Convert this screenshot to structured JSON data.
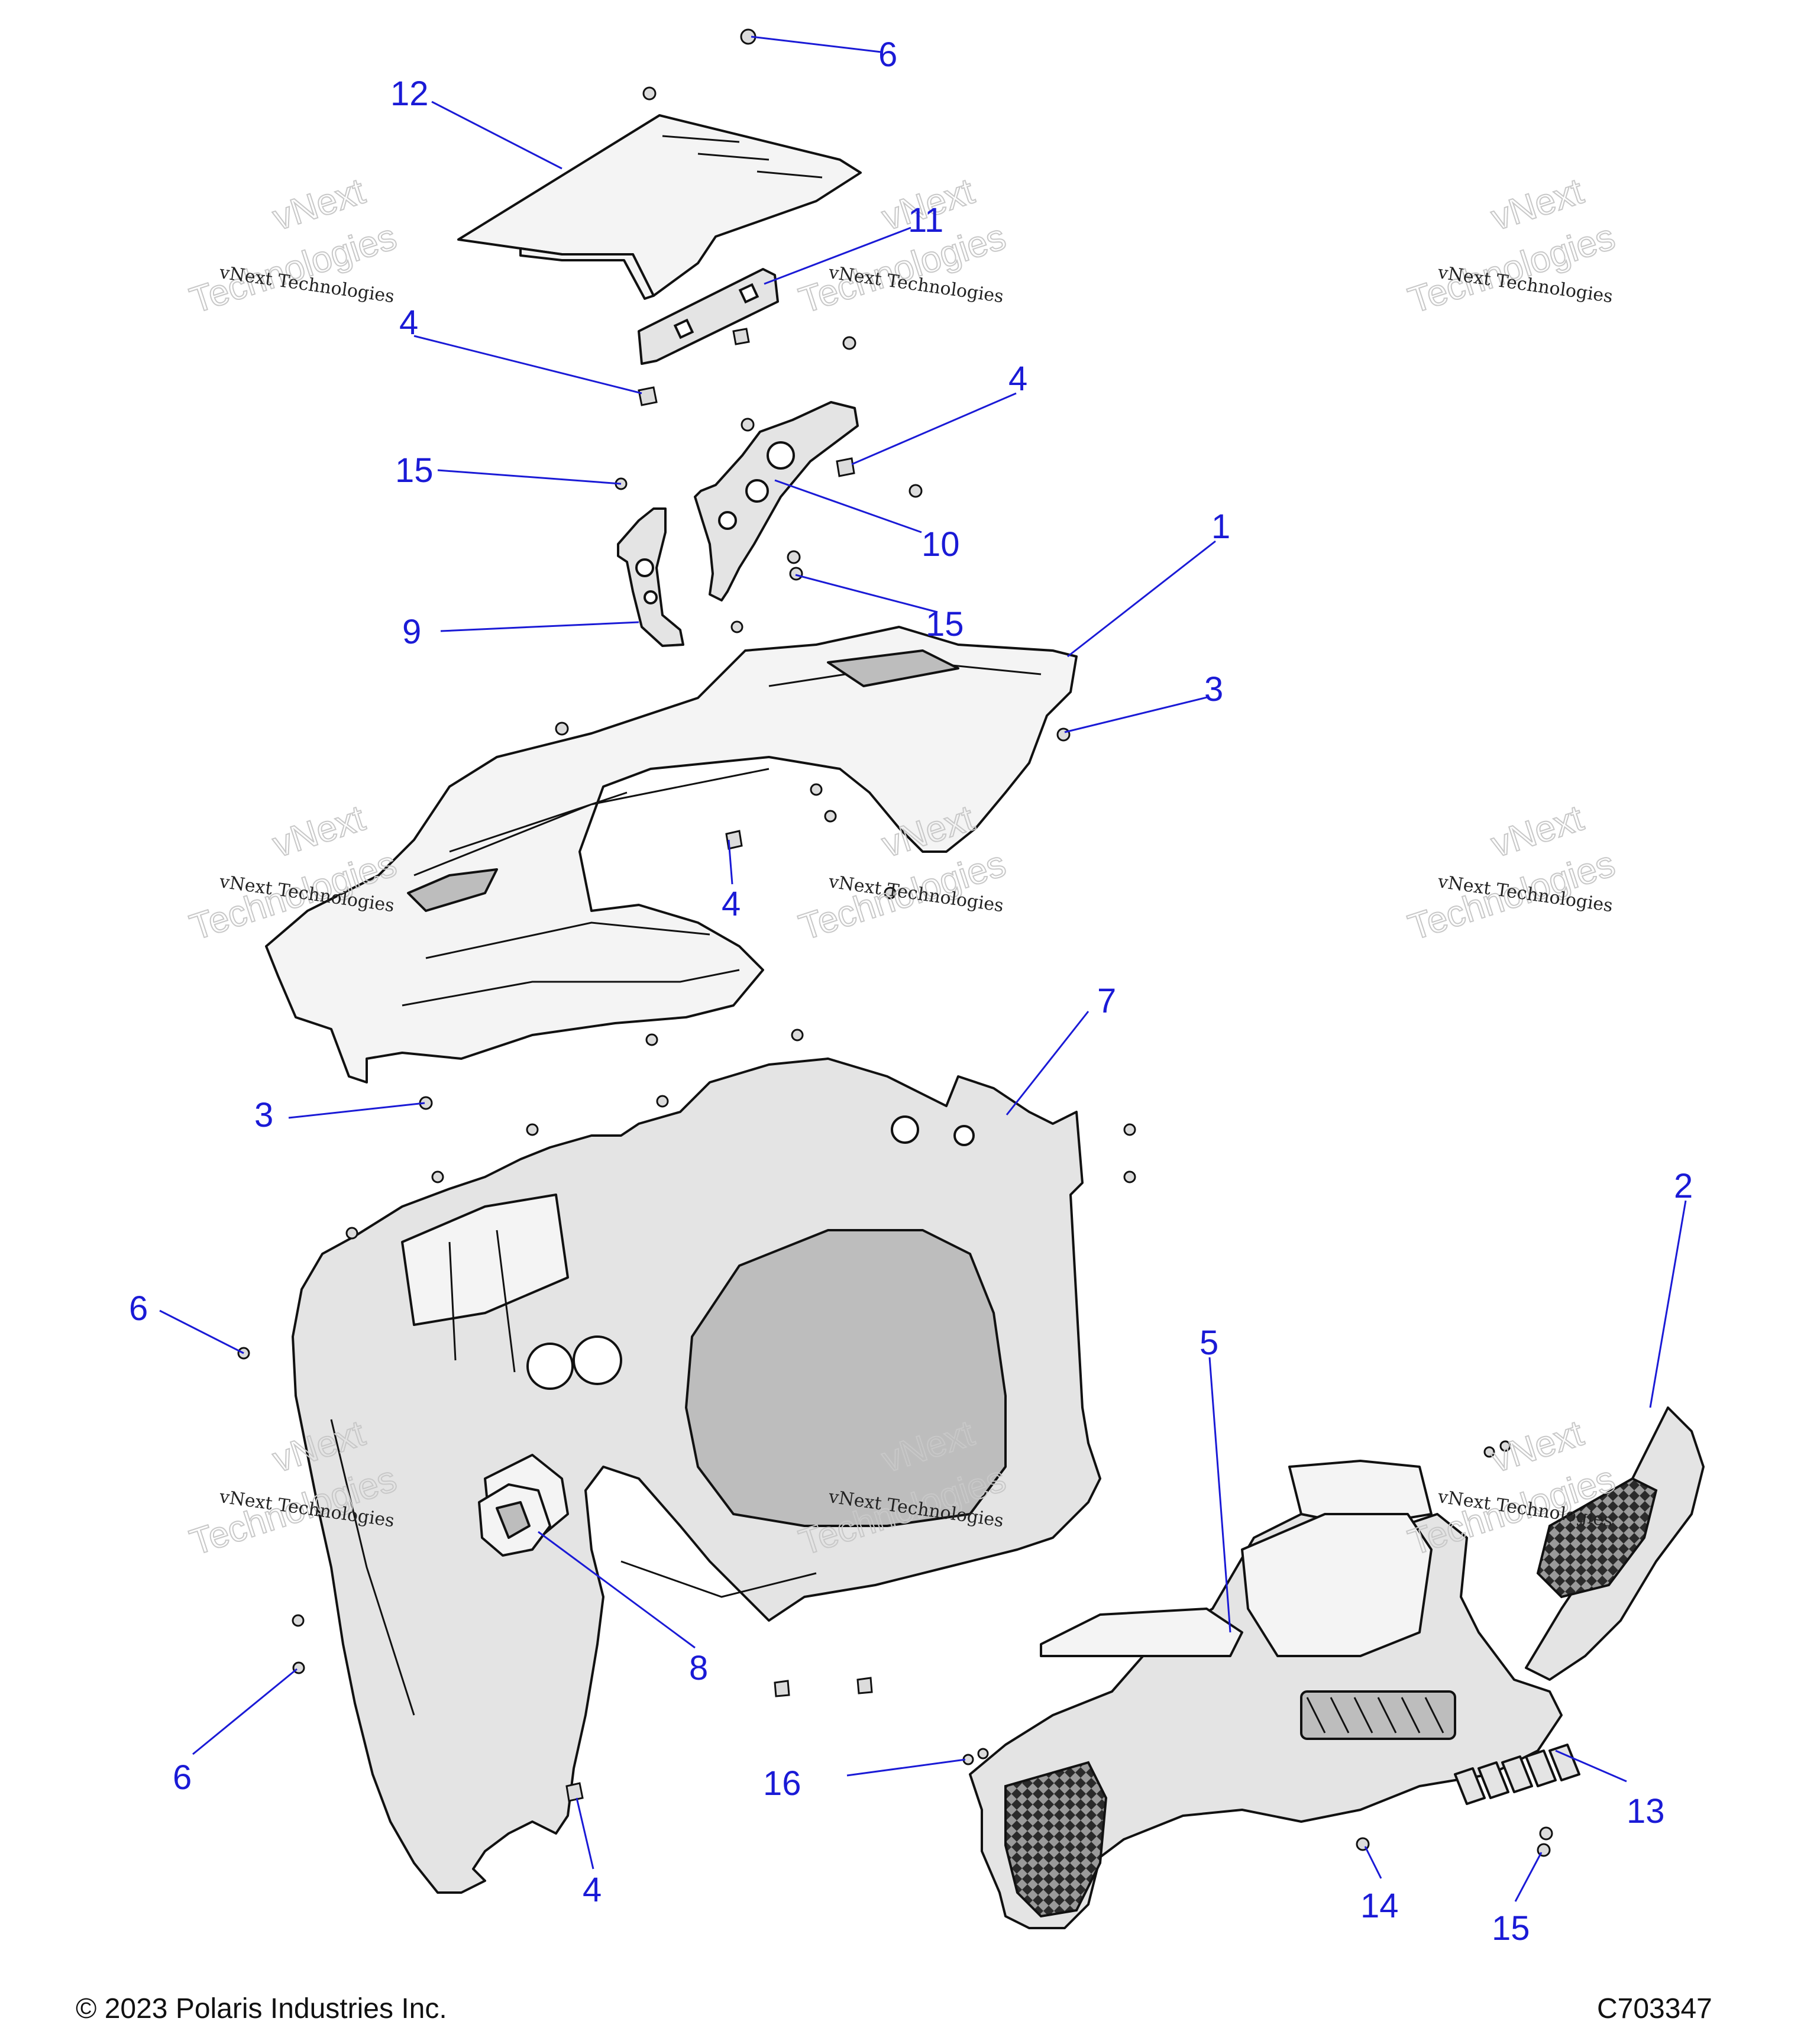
{
  "callouts": [
    {
      "number": "1"
    },
    {
      "number": "2"
    },
    {
      "number": "3"
    },
    {
      "number": "3"
    },
    {
      "number": "4"
    },
    {
      "number": "4"
    },
    {
      "number": "4"
    },
    {
      "number": "4"
    },
    {
      "number": "5"
    },
    {
      "number": "6"
    },
    {
      "number": "6"
    },
    {
      "number": "6"
    },
    {
      "number": "7"
    },
    {
      "number": "8"
    },
    {
      "number": "9"
    },
    {
      "number": "10"
    },
    {
      "number": "11"
    },
    {
      "number": "12"
    },
    {
      "number": "13"
    },
    {
      "number": "14"
    },
    {
      "number": "15"
    },
    {
      "number": "15"
    },
    {
      "number": "15"
    },
    {
      "number": "16"
    }
  ],
  "watermark": {
    "line1": "vNext Technologies",
    "line2": "vNext",
    "line3": "Technologies"
  },
  "footer": {
    "copyright": "© 2023 Polaris Industries Inc.",
    "drawing_number": "C703347"
  },
  "colors": {
    "callout": "#1a1ad6",
    "outline": "#111111",
    "part_fill": "#e4e4e4"
  }
}
